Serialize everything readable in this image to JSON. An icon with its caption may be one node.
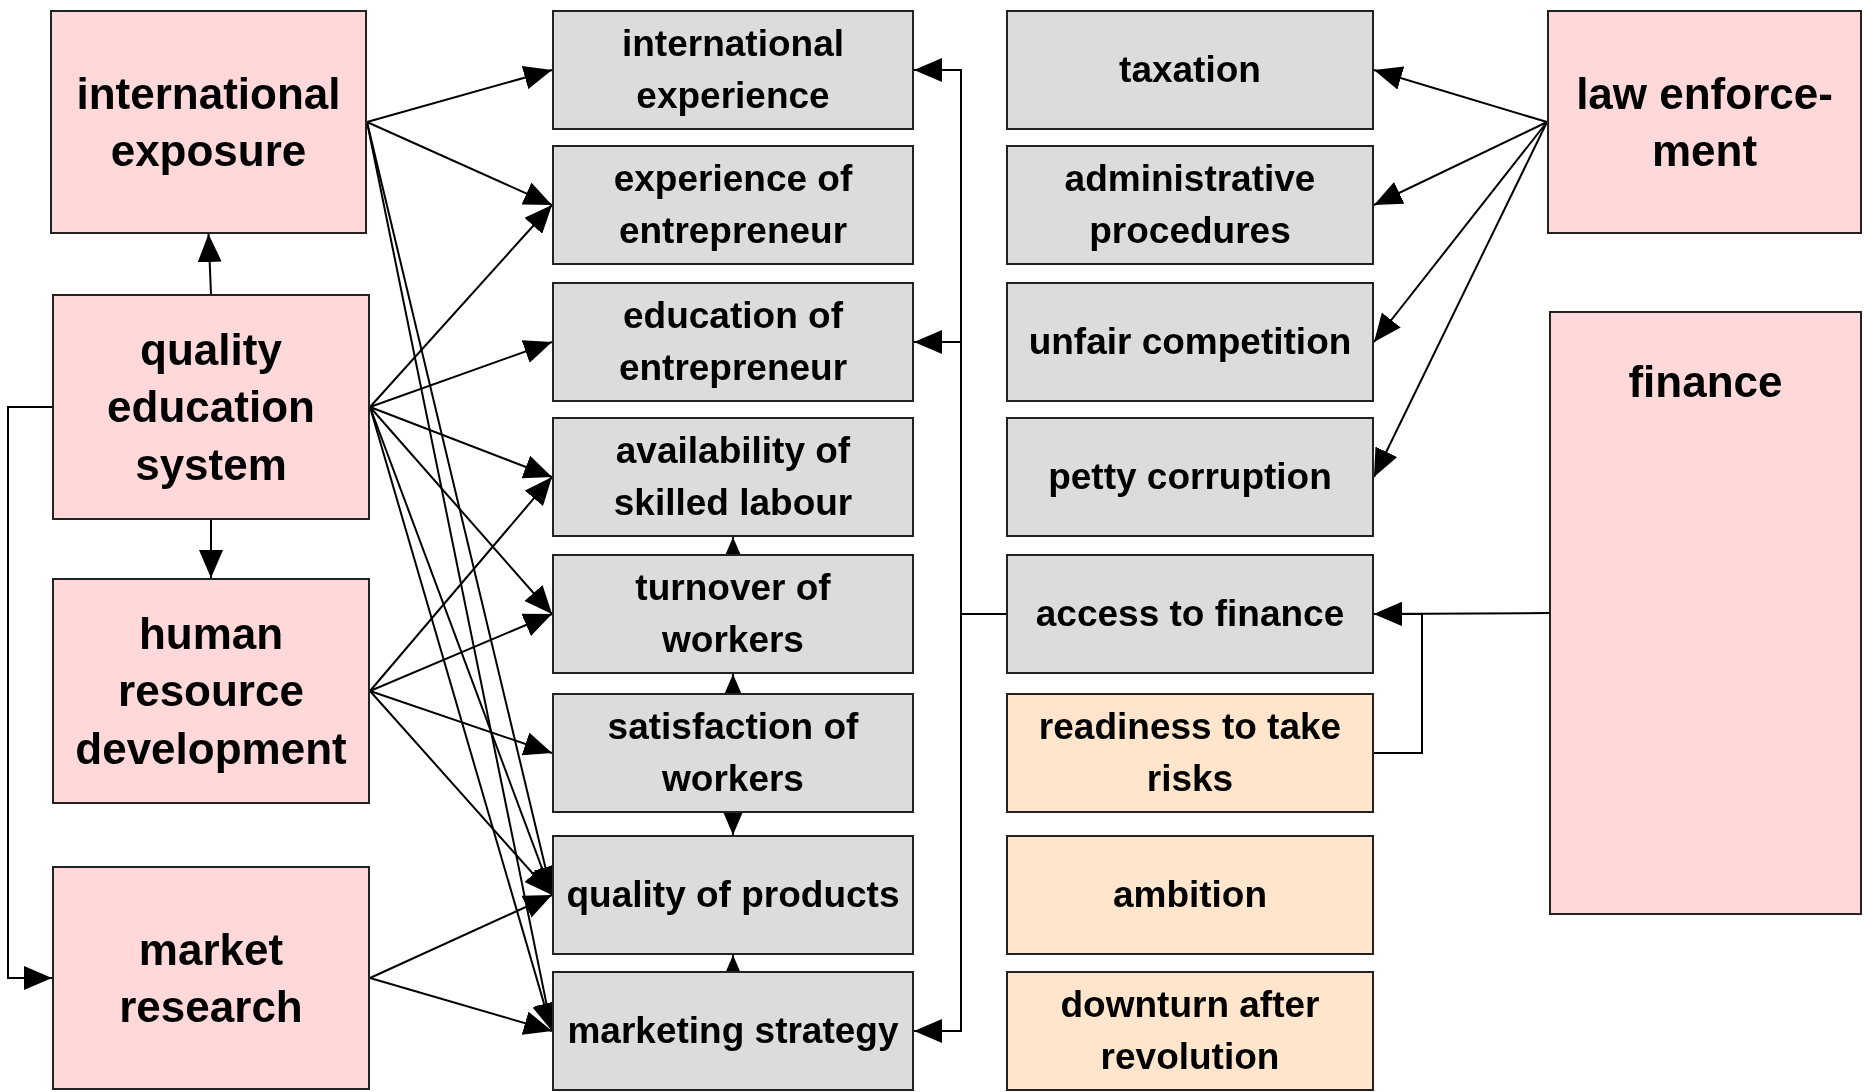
{
  "diagram": {
    "nodes": [
      {
        "text": [
          "international exposure"
        ]
      },
      {
        "text": [
          "quality education system"
        ]
      },
      {
        "text": [
          "human resource development"
        ]
      },
      {
        "text": [
          "market research"
        ]
      },
      {
        "text": [
          "international experience"
        ]
      },
      {
        "text": [
          "experience of entrepreneur"
        ]
      },
      {
        "text": [
          "education of entrepreneur"
        ]
      },
      {
        "text": [
          "availability of skilled labour"
        ]
      },
      {
        "text": [
          "turnover of workers"
        ]
      },
      {
        "text": [
          "satisfaction of workers"
        ]
      },
      {
        "text": [
          "quality of products"
        ]
      },
      {
        "text": [
          "marketing strategy"
        ]
      },
      {
        "text": [
          "taxation"
        ]
      },
      {
        "text": [
          "administrative procedures"
        ]
      },
      {
        "text": [
          "unfair competition"
        ]
      },
      {
        "text": [
          "petty corruption"
        ]
      },
      {
        "text": [
          "access to finance"
        ]
      },
      {
        "text": [
          "readiness to take risks"
        ]
      },
      {
        "text": [
          "ambition"
        ]
      },
      {
        "text": [
          "downturn after revolution"
        ]
      },
      {
        "text": [
          "law enforce-ment"
        ]
      },
      {
        "text": [
          "finance"
        ]
      }
    ],
    "edges": [
      {
        "from": 0,
        "to": 4,
        "arrow": "to"
      },
      {
        "from": 0,
        "to": 5,
        "arrow": "to"
      },
      {
        "from": 0,
        "to": 10,
        "arrow": "to"
      },
      {
        "from": 0,
        "to": 11,
        "arrow": "to"
      },
      {
        "from": 1,
        "to": 0,
        "arrow": "to"
      },
      {
        "from": 1,
        "to": 5,
        "arrow": "to"
      },
      {
        "from": 1,
        "to": 6,
        "arrow": "to"
      },
      {
        "from": 1,
        "to": 7,
        "arrow": "to"
      },
      {
        "from": 1,
        "to": 8,
        "arrow": "to"
      },
      {
        "from": 1,
        "to": 10,
        "arrow": "to"
      },
      {
        "from": 1,
        "to": 11,
        "arrow": "to"
      },
      {
        "from": 1,
        "to": 2,
        "arrow": "to"
      },
      {
        "from": 1,
        "to": 3,
        "arrow": "to"
      },
      {
        "from": 2,
        "to": 7,
        "arrow": "to"
      },
      {
        "from": 2,
        "to": 8,
        "arrow": "to"
      },
      {
        "from": 2,
        "to": 9,
        "arrow": "to"
      },
      {
        "from": 2,
        "to": 10,
        "arrow": "to"
      },
      {
        "from": 3,
        "to": 10,
        "arrow": "to"
      },
      {
        "from": 3,
        "to": 11,
        "arrow": "to"
      },
      {
        "from": 8,
        "to": 7,
        "arrow": "to"
      },
      {
        "from": 9,
        "to": 8,
        "arrow": "to"
      },
      {
        "from": 9,
        "to": 10,
        "arrow": "to"
      },
      {
        "from": 11,
        "to": 10,
        "arrow": "to"
      },
      {
        "from": 16,
        "to": 4,
        "arrow": "to"
      },
      {
        "from": 16,
        "to": 6,
        "arrow": "to"
      },
      {
        "from": 16,
        "to": 11,
        "arrow": "to"
      },
      {
        "from": 20,
        "to": 12,
        "arrow": "to"
      },
      {
        "from": 20,
        "to": 13,
        "arrow": "to"
      },
      {
        "from": 20,
        "to": 14,
        "arrow": "to"
      },
      {
        "from": 20,
        "to": 15,
        "arrow": "to"
      },
      {
        "from": 21,
        "to": 16,
        "arrow": "to"
      },
      {
        "from": 17,
        "to": 16,
        "arrow": "to"
      }
    ]
  }
}
